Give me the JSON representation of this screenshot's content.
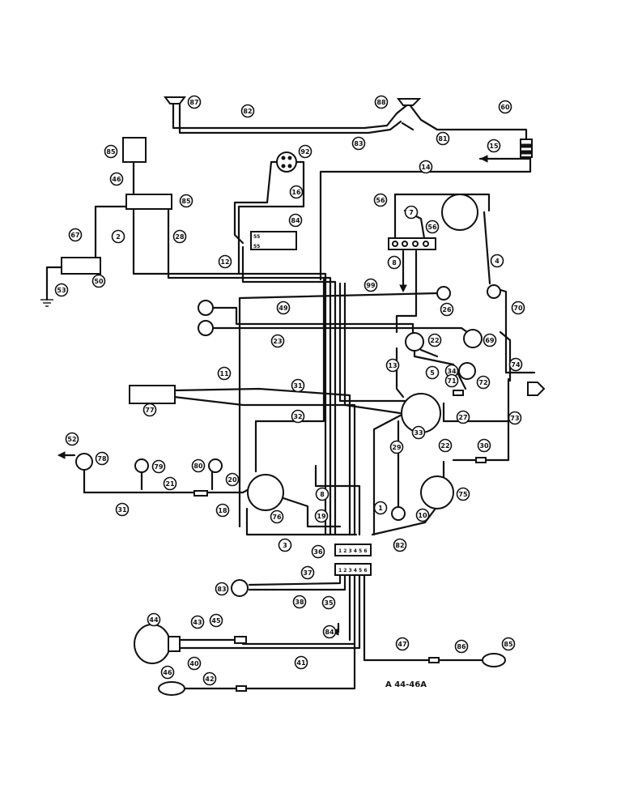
{
  "drawing_code": "A 44-46A",
  "connector_block_labels": [
    "1 2 3 4 5 6",
    "1 2 3 4 5 6"
  ],
  "regulator_terminal_labels": [
    "55",
    "55"
  ],
  "callouts": [
    "87",
    "82",
    "88",
    "60",
    "81",
    "15",
    "83",
    "14",
    "85",
    "46",
    "92",
    "16",
    "84",
    "85",
    "56",
    "4",
    "50",
    "12",
    "2",
    "28",
    "7",
    "56",
    "8",
    "53",
    "99",
    "26",
    "67",
    "49",
    "23",
    "22",
    "69",
    "70",
    "13",
    "5",
    "34",
    "71",
    "72",
    "74",
    "11",
    "31",
    "32",
    "77",
    "27",
    "33",
    "73",
    "29",
    "22",
    "30",
    "75",
    "52",
    "78",
    "79",
    "80",
    "21",
    "20",
    "8",
    "19",
    "18",
    "31",
    "76",
    "1",
    "10",
    "3",
    "82",
    "36",
    "83",
    "37",
    "38",
    "35",
    "84",
    "44",
    "43",
    "45",
    "40",
    "41",
    "47",
    "86",
    "85",
    "46",
    "42"
  ]
}
